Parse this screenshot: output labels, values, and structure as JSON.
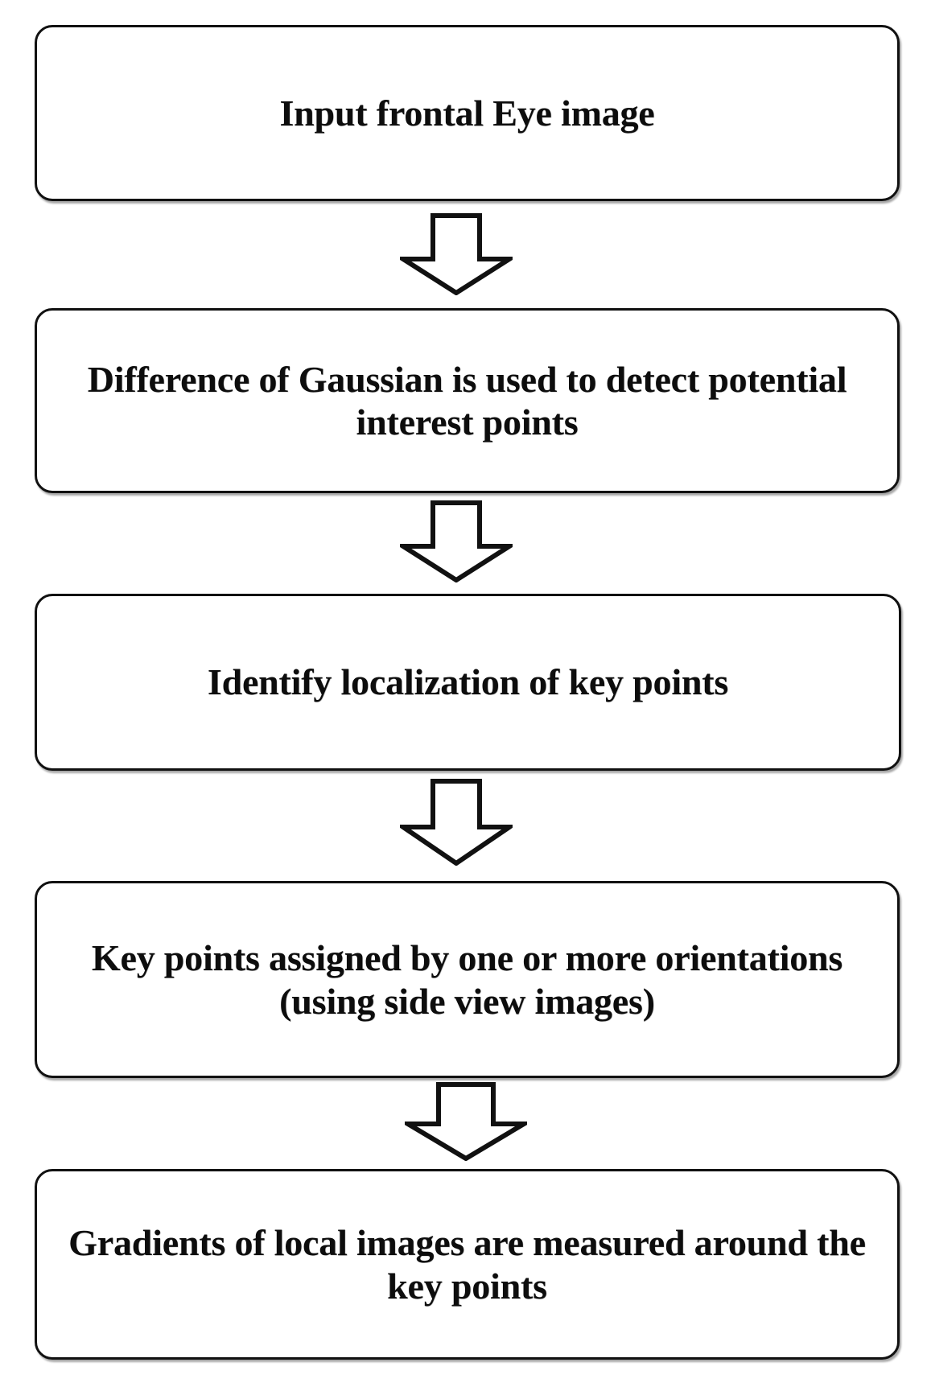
{
  "diagram": {
    "type": "flowchart",
    "orientation": "vertical",
    "title": "",
    "background_color": "#ffffff",
    "node_border_color": "#111111",
    "node_fill_color": "#ffffff",
    "text_color": "#0d0d0d",
    "arrow_outline_color": "#111111",
    "arrow_fill_color": "#ffffff",
    "node_shape": "rounded-rectangle",
    "arrow_shape": "hollow-block-arrow-down",
    "nodes": [
      {
        "id": "step-1",
        "label": "Input frontal Eye image",
        "lines": [
          "Input frontal Eye image"
        ]
      },
      {
        "id": "step-2",
        "label": "Difference of Gaussian is used to detect potential interest points",
        "lines": [
          "Difference of Gaussian is used to",
          "detect potential interest points"
        ]
      },
      {
        "id": "step-3",
        "label": "Identify localization of key points",
        "lines": [
          "Identify localization of key points"
        ]
      },
      {
        "id": "step-4",
        "label": "Key points assigned by one or more orientations (using side view images)",
        "lines": [
          "Key points assigned by one or",
          "more orientations (using side",
          "view images)"
        ]
      },
      {
        "id": "step-5",
        "label": "Gradients of local images are measured around the key points",
        "lines": [
          "Gradients of local images are",
          "measured around the key points"
        ]
      }
    ],
    "connectors": [
      {
        "id": "arrow-1",
        "from": "step-1",
        "to": "step-2",
        "icon": "arrow-down-icon"
      },
      {
        "id": "arrow-2",
        "from": "step-2",
        "to": "step-3",
        "icon": "arrow-down-icon"
      },
      {
        "id": "arrow-3",
        "from": "step-3",
        "to": "step-4",
        "icon": "arrow-down-icon"
      },
      {
        "id": "arrow-4",
        "from": "step-4",
        "to": "step-5",
        "icon": "arrow-down-icon"
      }
    ]
  }
}
